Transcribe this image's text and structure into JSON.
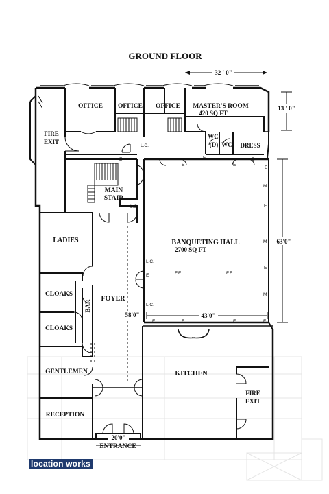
{
  "title": "GROUND FLOOR",
  "brand": "location works",
  "rooms": {
    "office_1": "OFFICE",
    "office_2": "OFFICE",
    "office_3": "OFFICE",
    "masters_room": "MASTER'S ROOM",
    "masters_room_area": "420 SQ FT",
    "wc_d_1": "WC",
    "wc_d_2": "(D)",
    "wc": "WC",
    "dress": "DRESS",
    "fire_exit_left_1": "FIRE",
    "fire_exit_left_2": "EXIT",
    "main_stair_1": "MAIN",
    "main_stair_2": "STAIR",
    "ladies": "LADIES",
    "banqueting_hall": "BANQUETING HALL",
    "banqueting_hall_area": "2700 SQ FT",
    "cloaks_1": "CLOAKS",
    "cloaks_2": "CLOAKS",
    "bar": "BAR",
    "foyer": "FOYER",
    "gentlemen": "GENTLEMEN",
    "kitchen": "KITCHEN",
    "fire_exit_right_1": "FIRE",
    "fire_exit_right_2": "EXIT",
    "reception": "RECEPTION",
    "entrance": "ENTRANCE"
  },
  "dimensions": {
    "top_width": "32 ' 0\"",
    "masters_height": "13 ' 0\"",
    "hall_height": "63'0\"",
    "hall_width": "43'0\"",
    "foyer_length": "58'0\"",
    "entrance_width": "20'0\""
  },
  "markers": {
    "lc": "L.C.",
    "fe": "F.E.",
    "e": "E",
    "m": "M"
  }
}
